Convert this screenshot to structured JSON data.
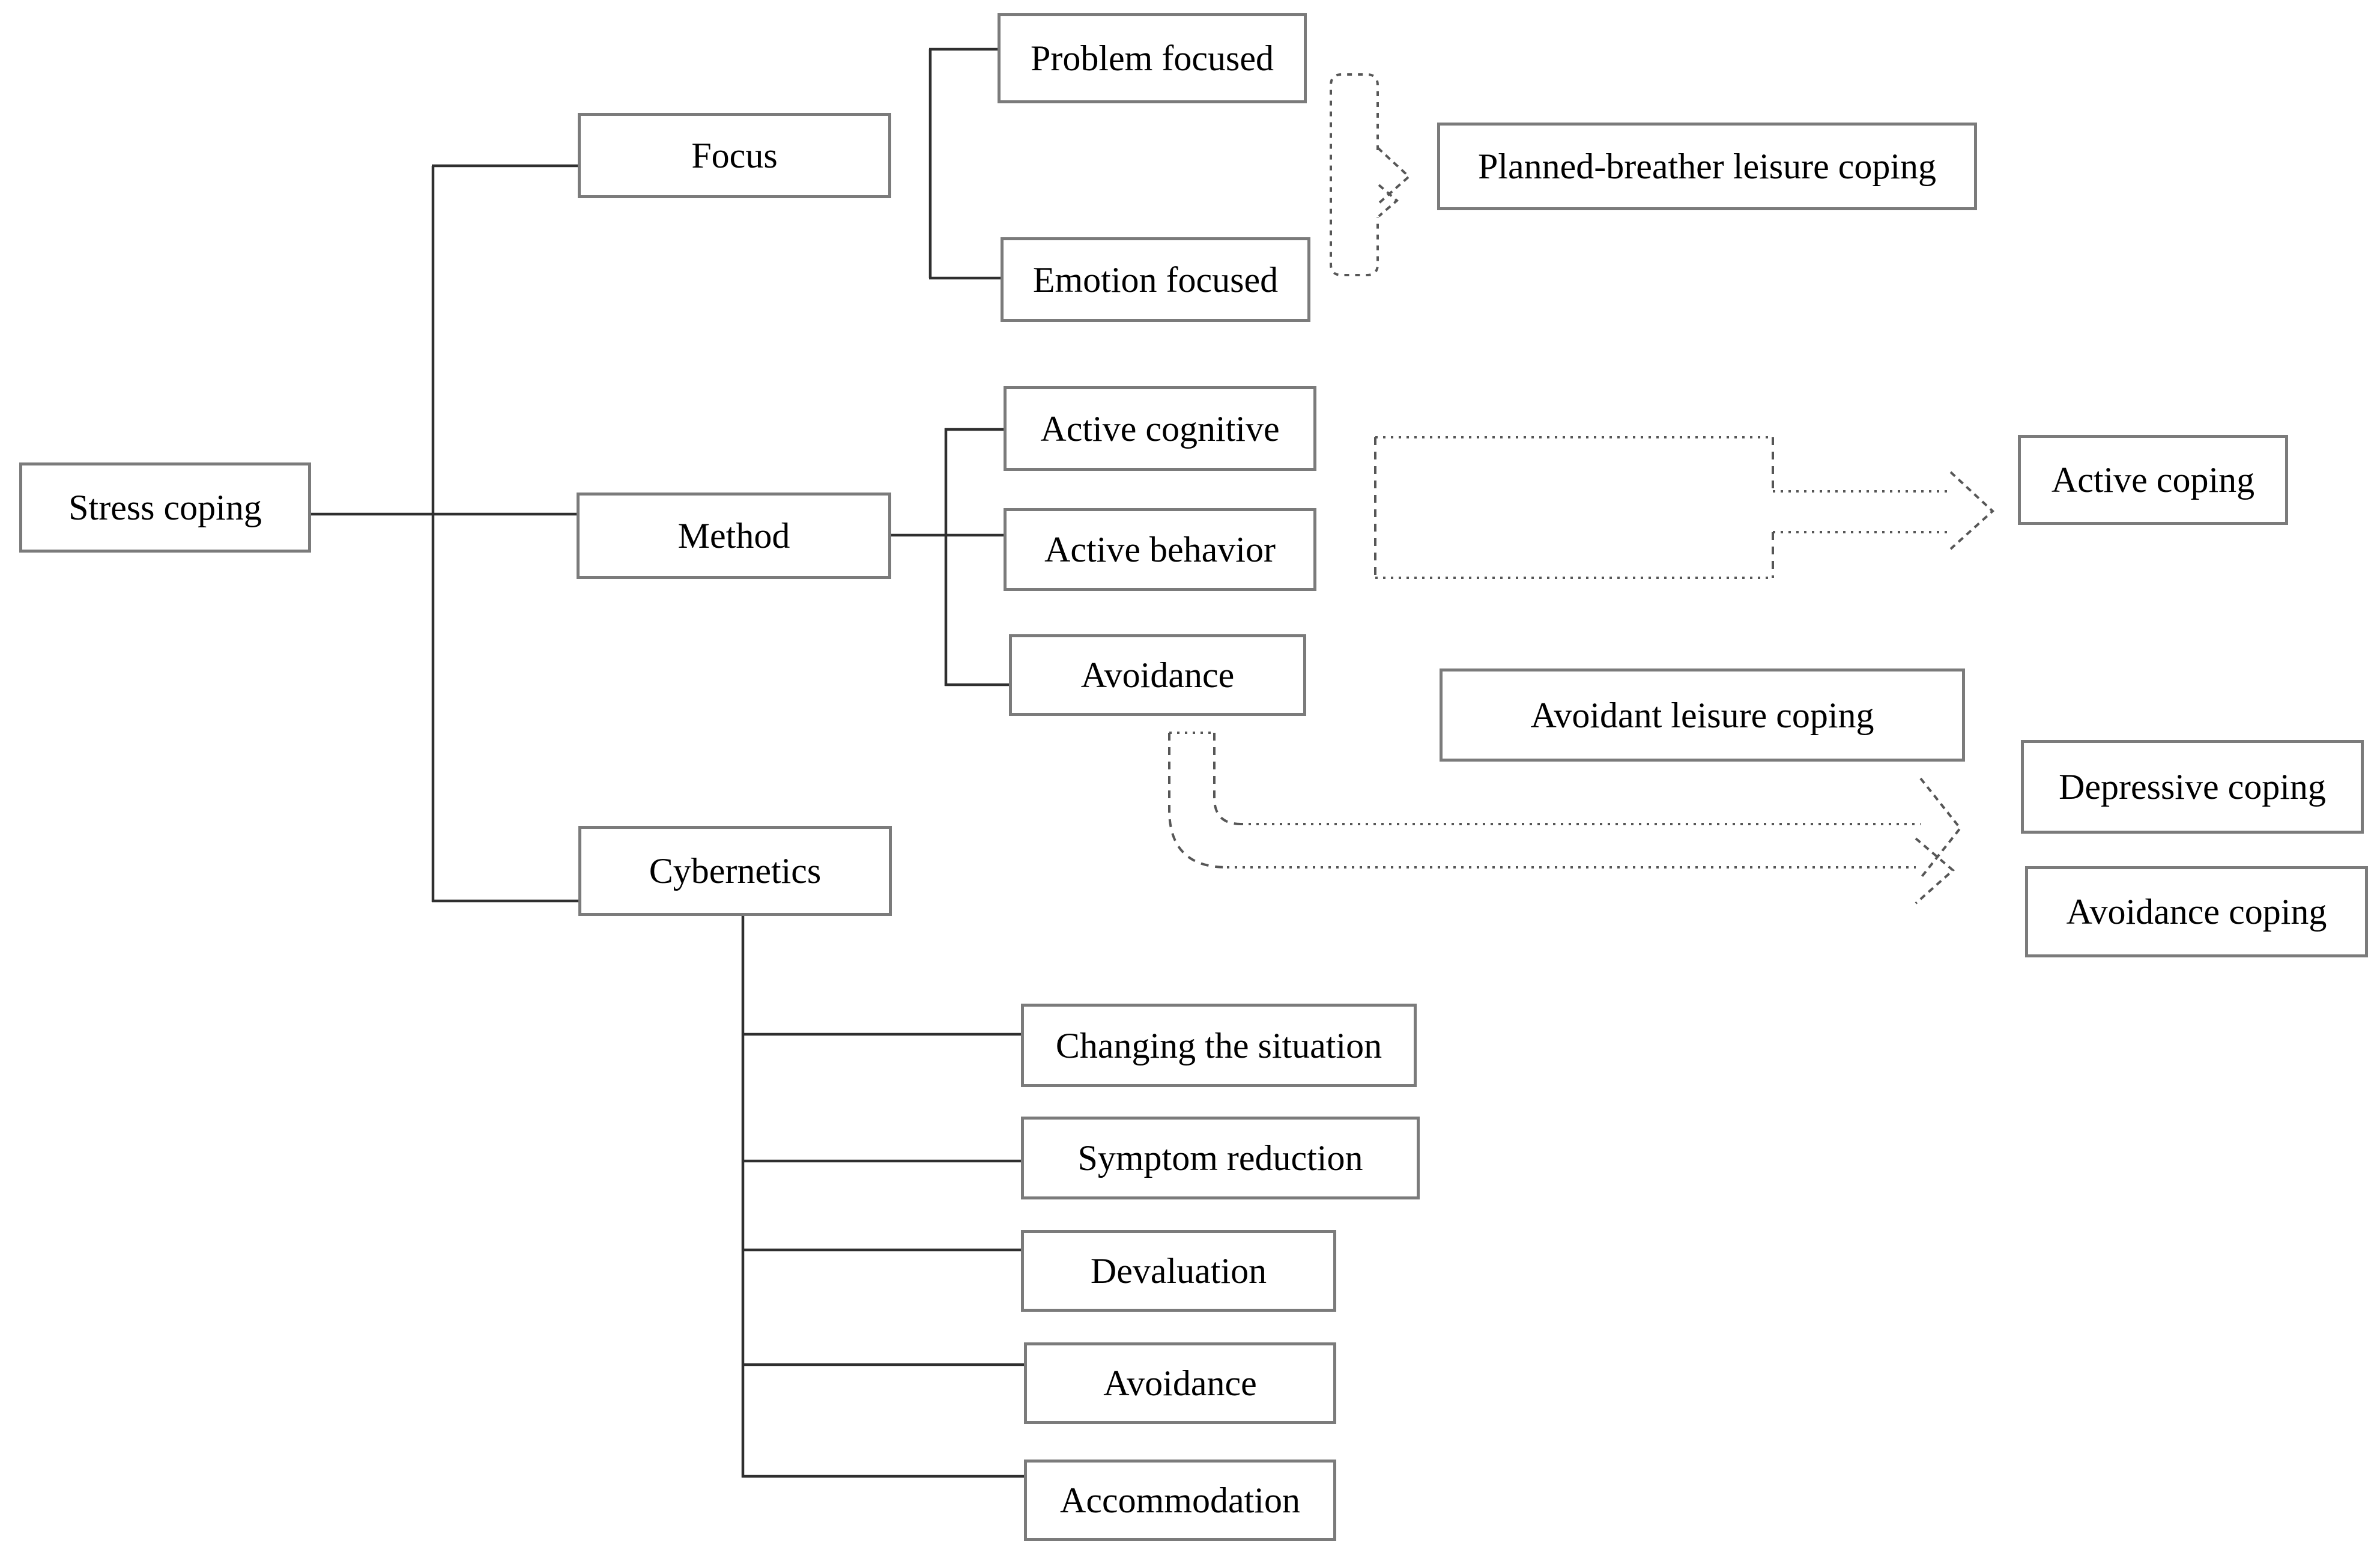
{
  "diagram": {
    "root": {
      "label": "Stress coping"
    },
    "categories": [
      {
        "label": "Focus",
        "children": [
          {
            "label": "Problem focused"
          },
          {
            "label": "Emotion focused"
          }
        ],
        "outcome": {
          "label": "Planned-breather leisure coping"
        }
      },
      {
        "label": "Method",
        "children": [
          {
            "label": "Active cognitive"
          },
          {
            "label": "Active behavior"
          },
          {
            "label": "Avoidance"
          }
        ],
        "outcome": {
          "label": "Active coping"
        }
      },
      {
        "label": "Cybernetics",
        "children": [
          {
            "label": "Changing the situation"
          },
          {
            "label": "Symptom reduction"
          },
          {
            "label": "Devaluation"
          },
          {
            "label": "Avoidance"
          },
          {
            "label": "Accommodation"
          }
        ]
      }
    ],
    "avoidance_outcomes": [
      {
        "label": "Avoidant leisure coping"
      },
      {
        "label": "Depressive coping"
      },
      {
        "label": "Avoidance coping"
      }
    ]
  },
  "colors": {
    "background": "#ffffff",
    "box_border": "#7b7b7b",
    "text": "#000000",
    "connector": "#2f2f2f",
    "dashed_connector": "#565656"
  }
}
